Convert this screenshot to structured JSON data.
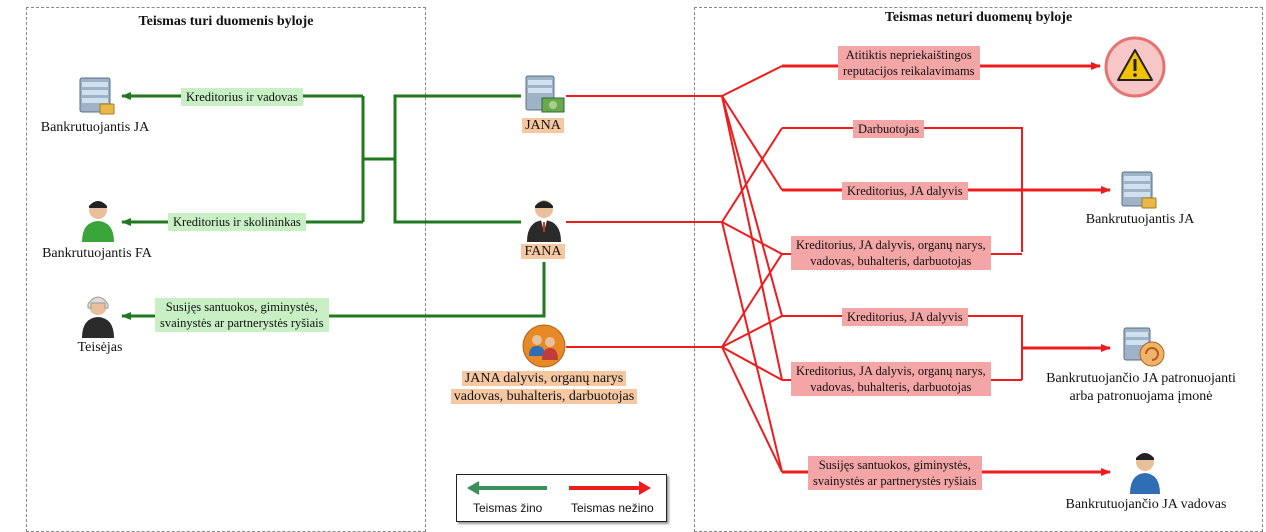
{
  "panels": {
    "left_title": "Teismas turi duomenis byloje",
    "right_title": "Teismas neturi duomenų byloje"
  },
  "left_nodes": {
    "bankrupt_ja": "Bankrutuojantis JA",
    "bankrupt_fa": "Bankrutuojantis FA",
    "judge": "Teisėjas"
  },
  "center_nodes": {
    "jana": "JANA",
    "fana": "FANA",
    "jana_members_line1": "JANA dalyvis, organų narys",
    "jana_members_line2": "vadovas, buhalteris, darbuotojas"
  },
  "green_labels": {
    "creditor_manager": "Kreditorius ir vadovas",
    "creditor_debtor": "Kreditorius ir skolininkas",
    "related_line1": "Susijęs santuokos, giminystės,",
    "related_line2": "svainystės ar partnerystės ryšiais"
  },
  "red_labels": {
    "reputation_line1": "Atitiktis nepriekaištingos",
    "reputation_line2": "reputacijos reikalavimams",
    "employee": "Darbuotojas",
    "creditor_ja_participant_1": "Kreditorius, JA dalyvis",
    "creditor_full_1_line1": "Kreditorius, JA dalyvis, organų narys,",
    "creditor_full_1_line2": "vadovas, buhalteris, darbuotojas",
    "creditor_ja_participant_2": "Kreditorius, JA dalyvis",
    "creditor_full_2_line1": "Kreditorius, JA dalyvis, organų narys,",
    "creditor_full_2_line2": "vadovas, buhalteris, darbuotojas",
    "related_line1": "Susijęs santuokos, giminystės,",
    "related_line2": "svainystės ar partnerystės ryšiais"
  },
  "right_nodes": {
    "bankrupt_ja": "Bankrutuojantis JA",
    "parent_line1": "Bankrutuojančio JA patronuojanti",
    "parent_line2": "arba patronuojama įmonė",
    "manager": "Bankrutuojančio JA vadovas"
  },
  "legend": {
    "known": "Teismas žino",
    "unknown": "Teismas nežino"
  },
  "colors": {
    "known": "#1f7a1f",
    "unknown": "#ee1c1c",
    "orange_highlight": "#f6c8a2",
    "green_highlight": "#c9efc4",
    "red_highlight": "#f4a6a6"
  },
  "icons": [
    "server-stack-icon",
    "person-icon",
    "judge-icon",
    "money-server-icon",
    "businessman-icon",
    "group-icon",
    "warning-icon",
    "shell-server-icon"
  ]
}
